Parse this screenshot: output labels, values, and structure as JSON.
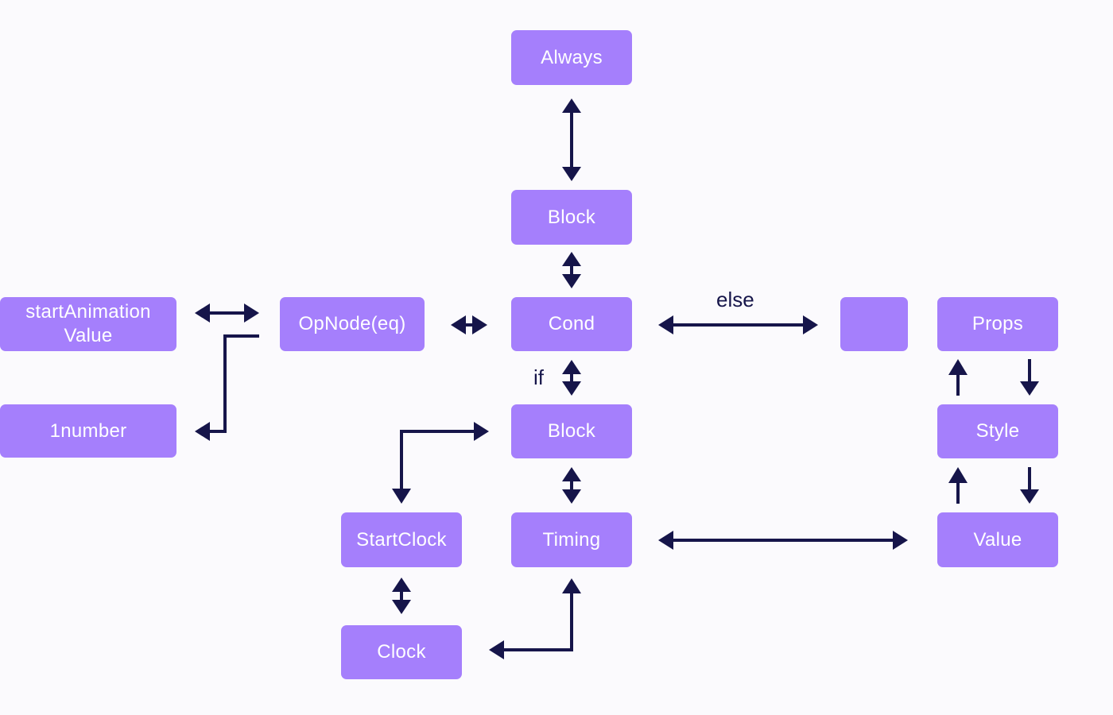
{
  "nodes": {
    "always": "Always",
    "block_top": "Block",
    "cond": "Cond",
    "block_if": "Block",
    "timing": "Timing",
    "start_animation_value": "startAnimation\nValue",
    "one_number": "1number",
    "opnode": "OpNode(eq)",
    "start_clock": "StartClock",
    "clock": "Clock",
    "empty": "",
    "props": "Props",
    "style": "Style",
    "value": "Value"
  },
  "edge_labels": {
    "else": "else",
    "if": "if"
  },
  "colors": {
    "node_fill": "#a57ffc",
    "node_text": "#ffffff",
    "arrow": "#16154a",
    "background": "#fbfafd"
  }
}
